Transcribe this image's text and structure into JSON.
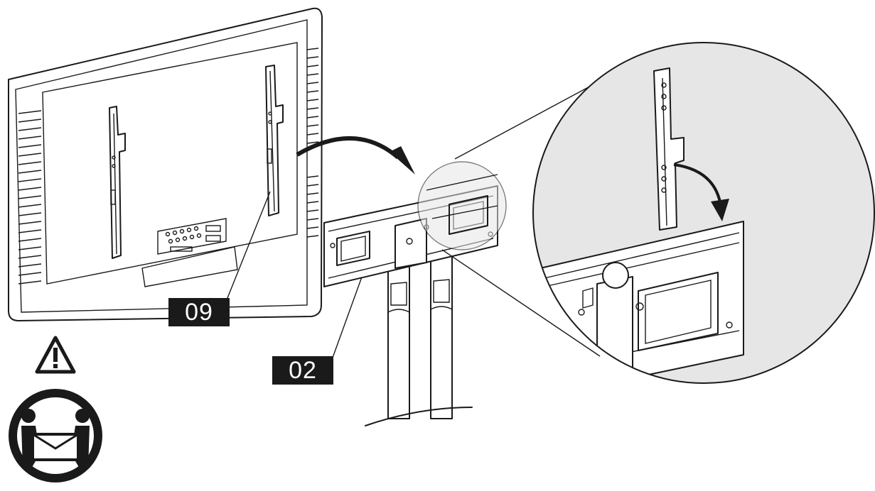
{
  "diagram": {
    "parts": [
      {
        "id": "09",
        "label": "09"
      },
      {
        "id": "02",
        "label": "02"
      }
    ],
    "warning_icon": "two-person-lift-warning-icon",
    "colors": {
      "line": "#1a1a1a",
      "fill": "#e6e6e6",
      "label_bg": "#1a1a1a",
      "label_text": "#ffffff"
    }
  }
}
